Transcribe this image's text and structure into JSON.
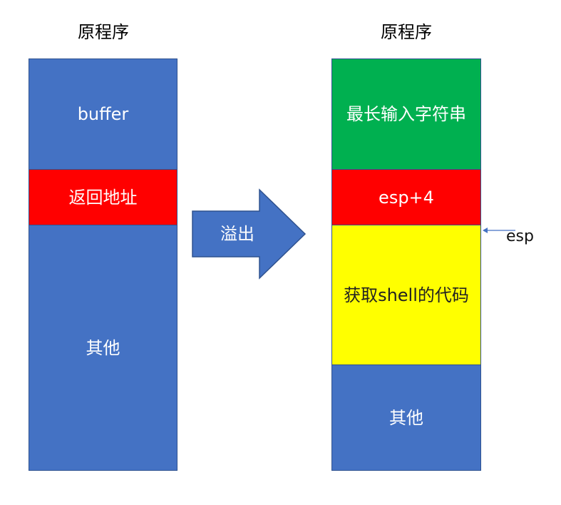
{
  "left_stack": {
    "title": "原程序",
    "blocks": [
      {
        "label": "buffer",
        "color": "#4472C4"
      },
      {
        "label": "返回地址",
        "color": "#FF0000"
      },
      {
        "label": "其他",
        "color": "#4472C4"
      }
    ]
  },
  "overflow_arrow": {
    "label": "溢出",
    "color": "#4472C4"
  },
  "right_stack": {
    "title": "原程序",
    "blocks": [
      {
        "label": "最长输入字符串",
        "color": "#00B050"
      },
      {
        "label": "esp+4",
        "color": "#FF0000"
      },
      {
        "label": "获取shell的代码",
        "color": "#FFFF00"
      },
      {
        "label": "其他",
        "color": "#4472C4"
      }
    ]
  },
  "esp_pointer": {
    "label": "esp",
    "color": "#4472C4"
  }
}
